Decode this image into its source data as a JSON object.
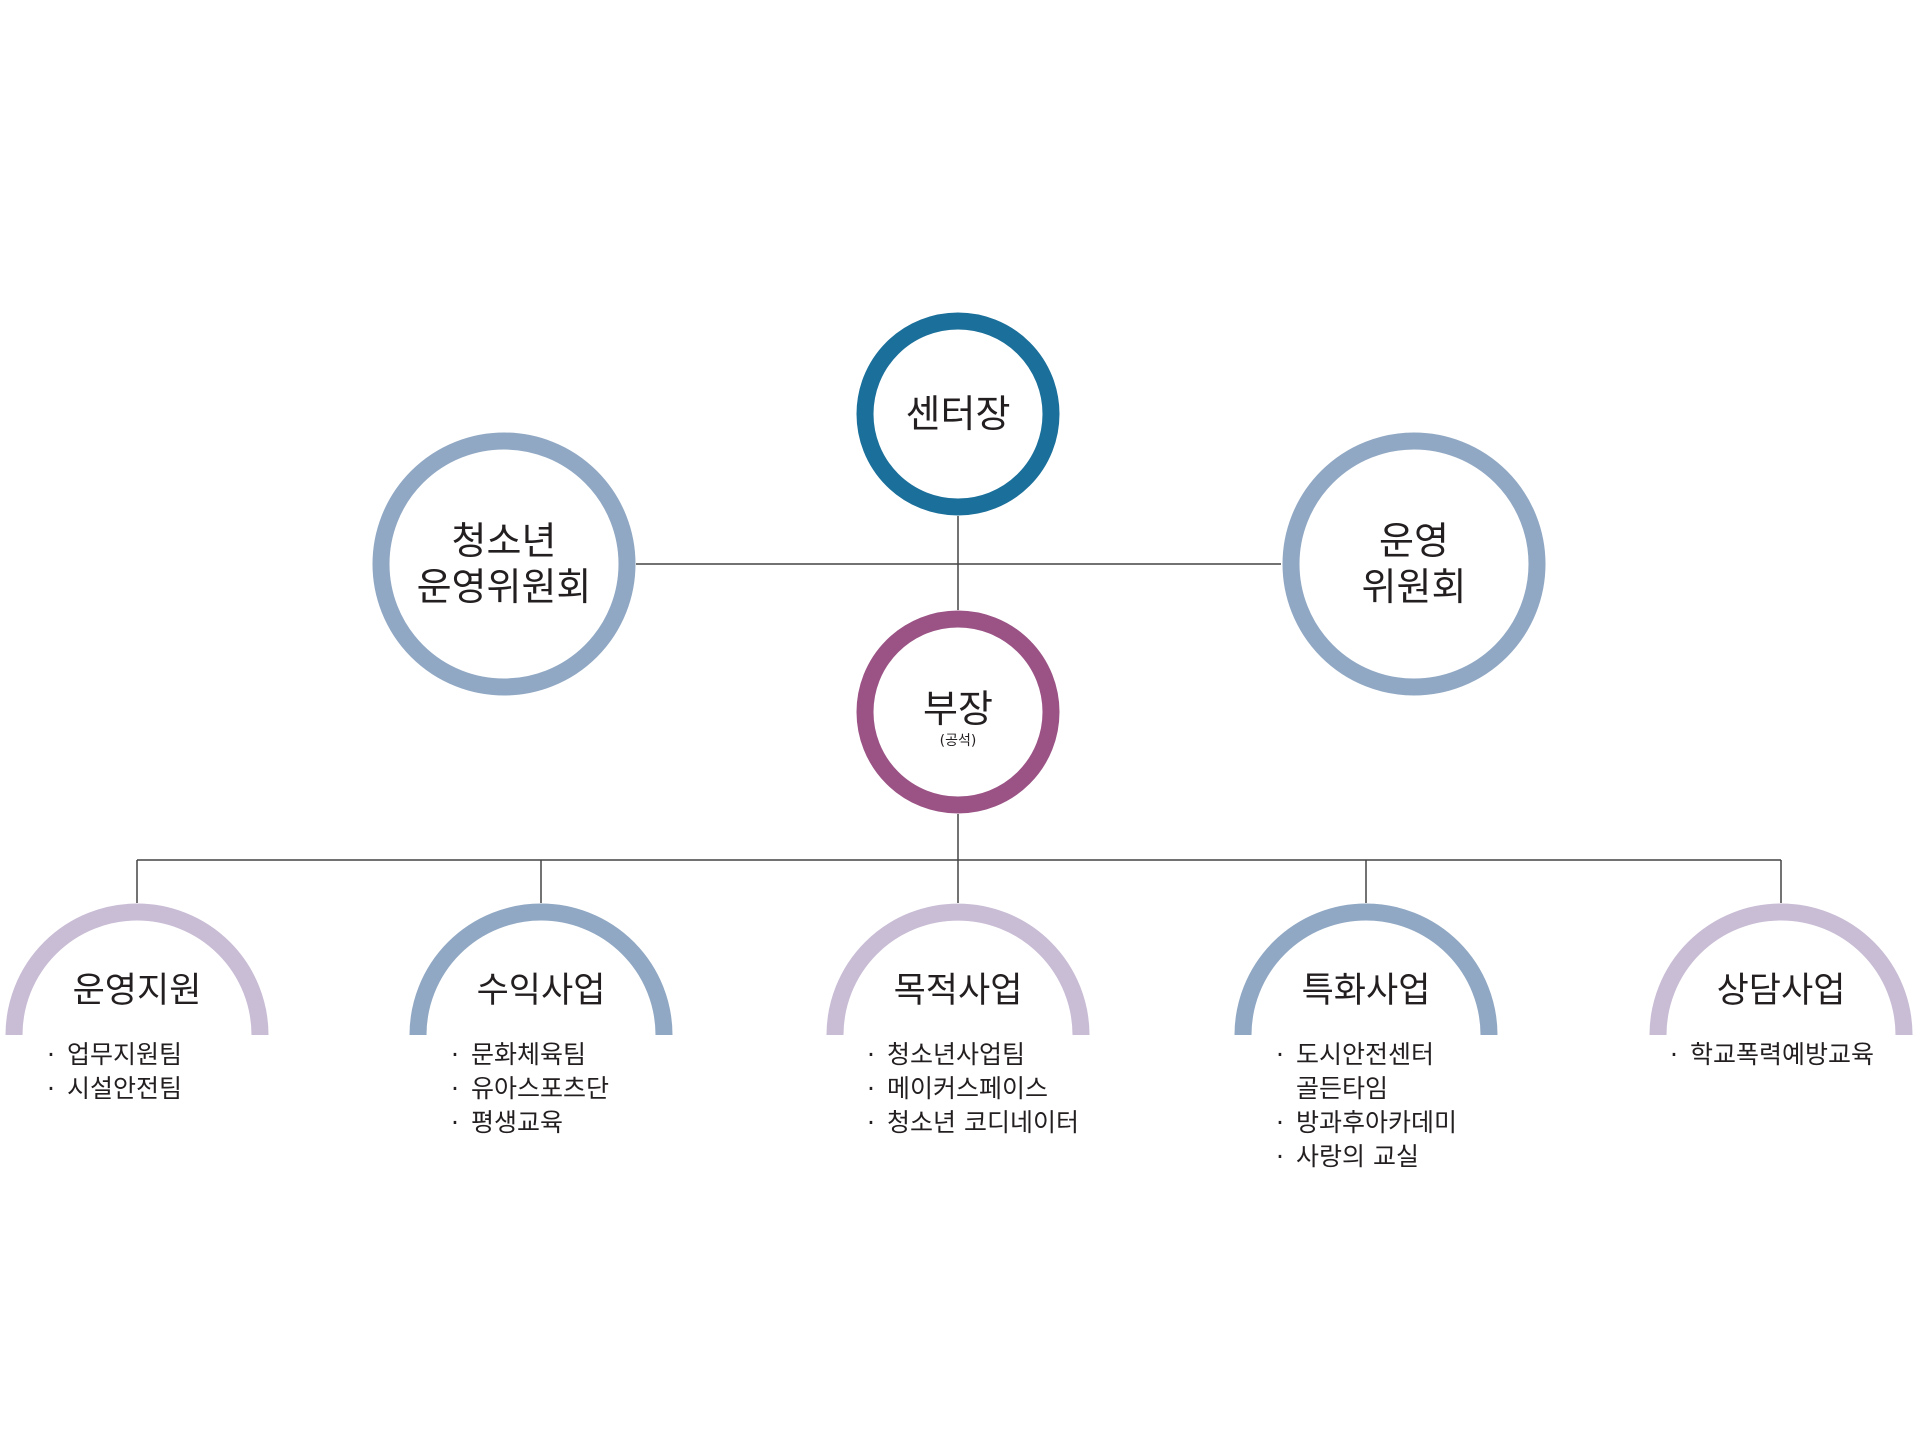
{
  "colors": {
    "director": "#1a6f9b",
    "deputy": "#9b5385",
    "committee": "#90a8c4",
    "dept_a": "#c9bcd5",
    "dept_b": "#90a8c4",
    "line": "#444444"
  },
  "top": {
    "director": "센터장",
    "youth_committee_line1": "청소년",
    "youth_committee_line2": "운영위원회",
    "committee_line1": "운영",
    "committee_line2": "위원회",
    "deputy": "부장",
    "deputy_note": "(공석)"
  },
  "departments": [
    {
      "title": "운영지원",
      "items": [
        "업무지원팀",
        "시설안전팀"
      ]
    },
    {
      "title": "수익사업",
      "items": [
        "문화체육팀",
        "유아스포츠단",
        "평생교육"
      ]
    },
    {
      "title": "목적사업",
      "items": [
        "청소년사업팀",
        "메이커스페이스",
        "청소년 코디네이터"
      ]
    },
    {
      "title": "특화사업",
      "items": [
        "도시안전센터",
        "골든타임",
        "방과후아카데미",
        "사랑의 교실"
      ]
    },
    {
      "title": "상담사업",
      "items": [
        "학교폭력예방교육"
      ]
    }
  ],
  "bullet": "·"
}
